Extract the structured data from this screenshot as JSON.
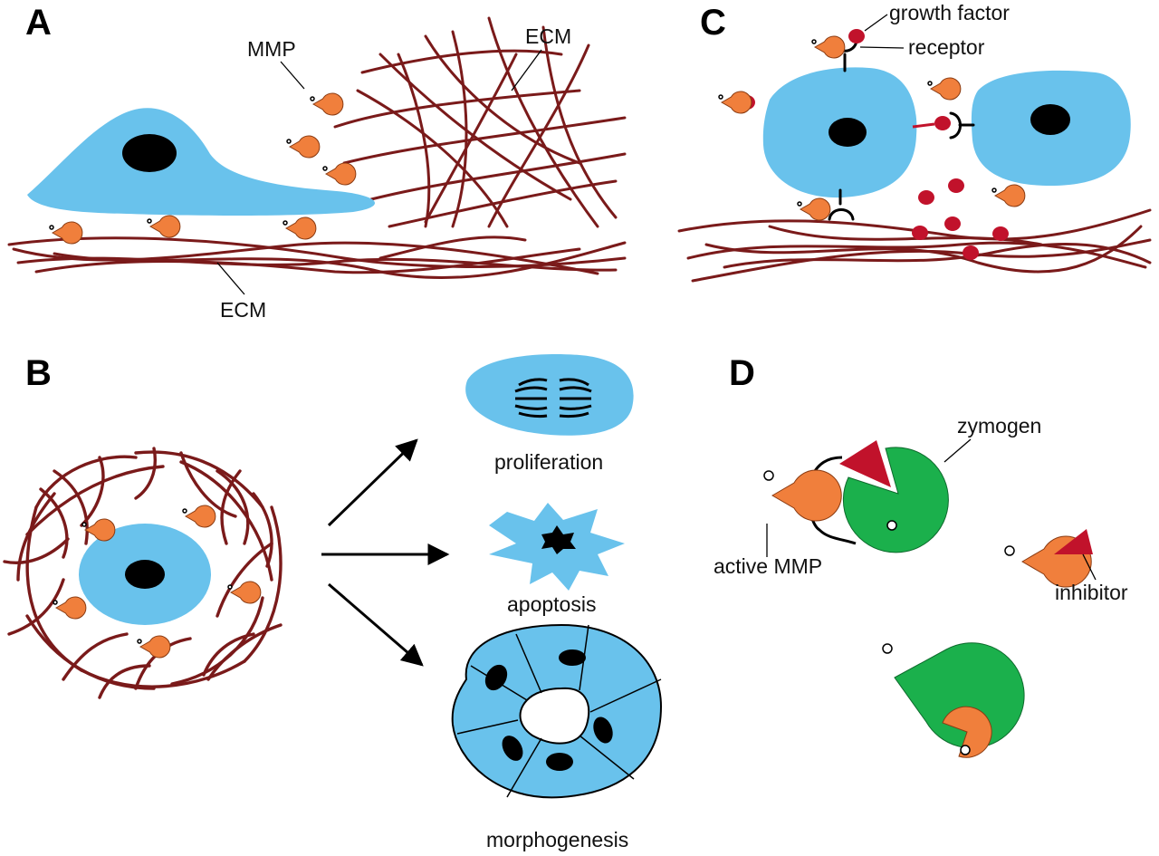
{
  "colors": {
    "cell": "#69c2ec",
    "nucleus": "#000000",
    "ecm_fiber": "#7a1a1a",
    "mmp": "#f07f3c",
    "growth_factor": "#c1122b",
    "zymogen": "#1bb04c",
    "inhibitor": "#c1122b"
  },
  "icons": [
    "pacman-mmp-icon",
    "triangle-inhibitor-icon",
    "receptor-icon",
    "growth-factor-dot-icon"
  ],
  "panel_a": {
    "letter": "A",
    "label_mmp": "MMP",
    "label_ecm_top": "ECM",
    "label_ecm_bottom": "ECM"
  },
  "panel_b": {
    "letter": "B",
    "outcome_proliferation": "proliferation",
    "outcome_apoptosis": "apoptosis",
    "outcome_morphogenesis": "morphogenesis"
  },
  "panel_c": {
    "letter": "C",
    "label_growth_factor": "growth factor",
    "label_receptor": "receptor"
  },
  "panel_d": {
    "letter": "D",
    "label_zymogen": "zymogen",
    "label_active_mmp": "active MMP",
    "label_inhibitor": "inhibitor"
  }
}
